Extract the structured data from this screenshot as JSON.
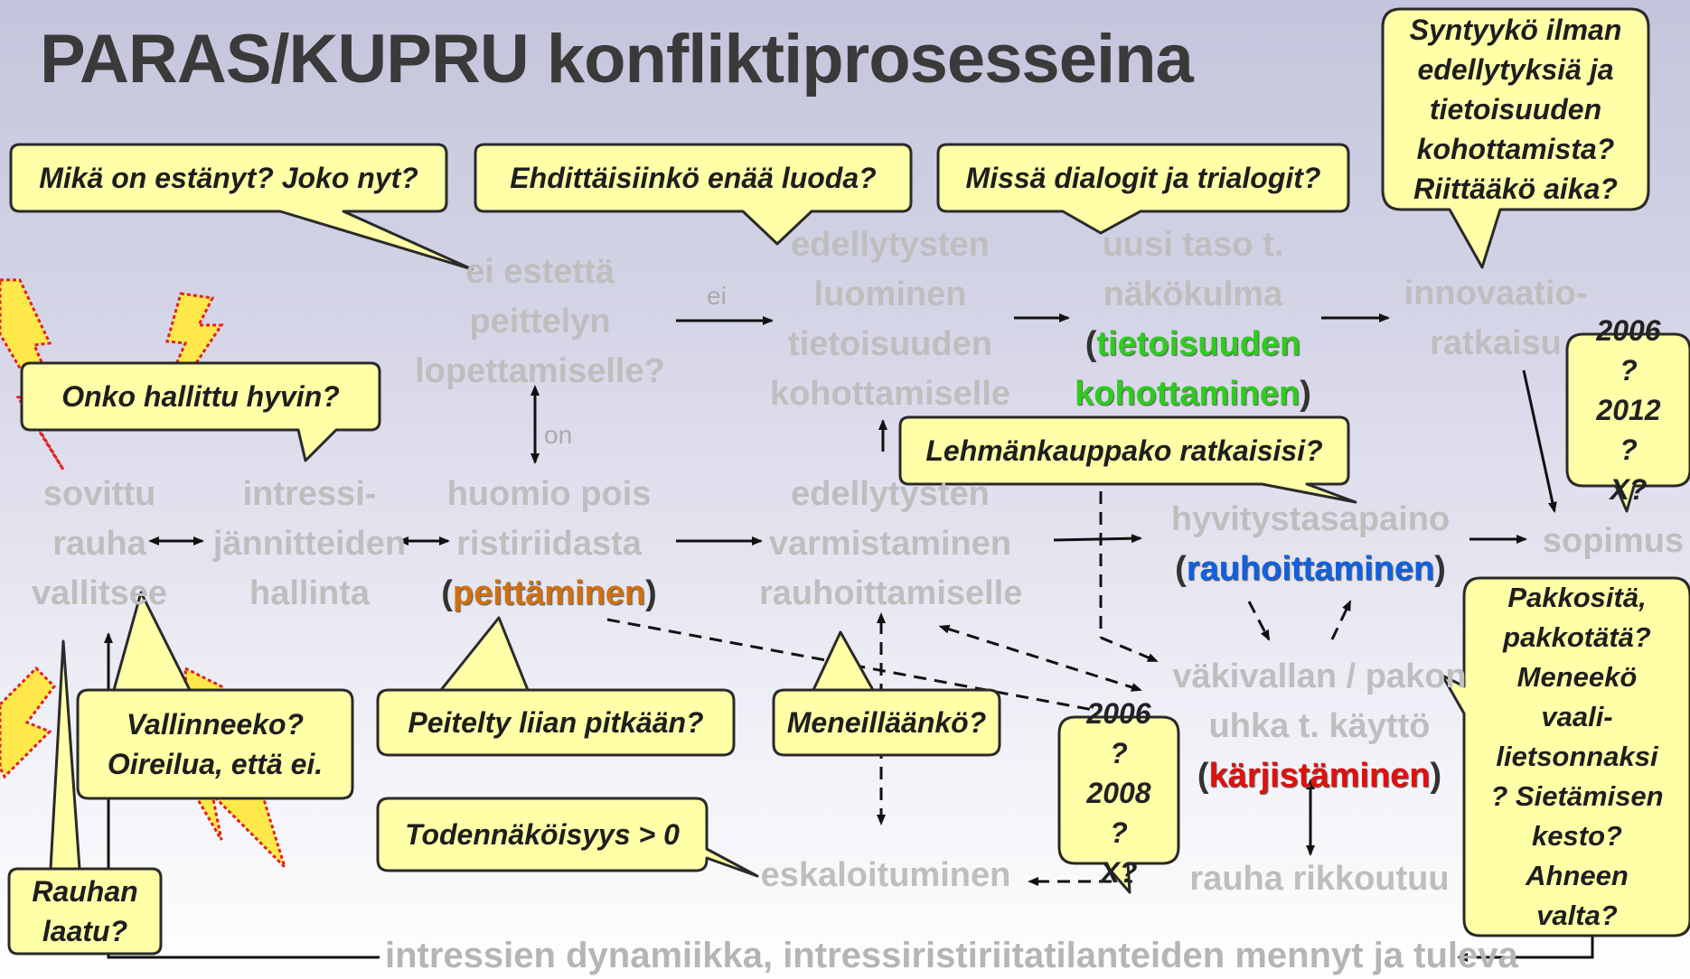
{
  "title": "PARAS/KUPRU konfliktiprosesseina",
  "nodes": {
    "sovittu": [
      "sovittu",
      "rauha",
      "vallitsee"
    ],
    "intressi": [
      "intressi-",
      "jännitteiden",
      "hallinta"
    ],
    "ei_estetta": [
      "ei estettä",
      "peittelyn",
      "lopettamiselle?"
    ],
    "huomio": [
      "huomio pois",
      "ristiriidasta"
    ],
    "huomio_kw": "peittäminen",
    "luominen": [
      "edellytysten",
      "luominen",
      "tietoisuuden",
      "kohottamiselle"
    ],
    "varmistaminen": [
      "edellytysten",
      "varmistaminen",
      "rauhoittamiselle"
    ],
    "uusi_taso": [
      "uusi taso t.",
      "näkökulma"
    ],
    "uusi_taso_kw": [
      "tietoisuuden",
      "kohottaminen"
    ],
    "hyvitys": "hyvitystasapaino",
    "hyvitys_kw": "rauhoittaminen",
    "innovaatio": [
      "innovaatio-",
      "ratkaisu"
    ],
    "sopimus": "sopimus",
    "vakivalta": [
      "väkivallan / pakon",
      "uhka t. käyttö"
    ],
    "vakivalta_kw": "kärjistäminen",
    "rauha_rikkoutuu": "rauha rikkoutuu",
    "eskaloituminen": "eskaloituminen"
  },
  "edge_labels": {
    "ei": "ei",
    "on": "on"
  },
  "callouts": {
    "mika": "Mikä on estänyt? Joko nyt?",
    "ehdittaisiinko": "Ehdittäisiinkö enää luoda?",
    "missa": "Missä dialogit ja trialogit?",
    "syntyyko": "Syntyykö ilman\nedellytyksiä ja\ntietoisuuden\nkohottamista?\nRiittääkö aika?",
    "onko": "Onko hallittu hyvin?",
    "lehmankauppa": "Lehmänkauppako ratkaisisi?",
    "vallinneeko": "Vallinneeko?\nOireilua, että ei.",
    "peitelty": "Peitelty liian pitkään?",
    "meneillaanko": "Meneilläänkö?",
    "todennakoisyys": "Todennäköisyys > 0",
    "rauhan_laatu": "Rauhan\nlaatu?",
    "pakkosita": "Pakkositä,\npakkotätä?\nMeneekö\nvaali-\nlietsonnaksi\n? Sietämisen\nkesto?\nAhneen\nvalta?"
  },
  "years": {
    "right": "2006\n?\n2012\n?\nX?",
    "middle": "2006\n?\n2008\n?\nX?"
  },
  "bottom_text": "intressien dynamiikka, intressiristiriitatilanteiden mennyt ja tuleva",
  "colors": {
    "callout_fill": "#ffffa8",
    "callout_stroke": "#2a2a2a",
    "node_text": "#bebebe",
    "green": "#2ecc1e",
    "orange": "#d07010",
    "blue": "#1060e0",
    "red": "#e01010",
    "lightning": "#ffe84a"
  }
}
